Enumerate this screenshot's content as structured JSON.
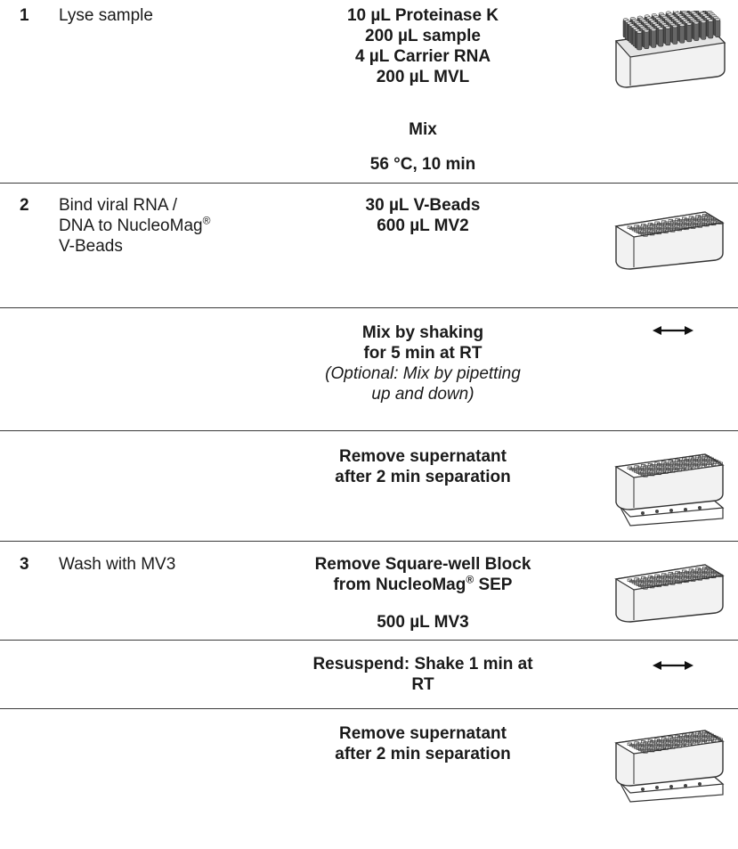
{
  "steps": [
    {
      "number": "1",
      "description": [
        "Lyse sample"
      ],
      "reagents": [
        "10 µL Proteinase K",
        "200 µL sample",
        "4 µL Carrier RNA",
        "200 µL MVL"
      ],
      "action": "Mix",
      "condition": "56 °C, 10 min",
      "icon": "tube-rack-icon"
    },
    {
      "number": "2",
      "description": [
        "Bind viral RNA /",
        "DNA to NucleoMag",
        "V-Beads"
      ],
      "description_sup": "®",
      "reagents": [
        "30 µL V-Beads",
        "600 µL MV2"
      ],
      "icon": "square-well-block-icon"
    },
    {
      "action_lines": [
        "Mix by shaking",
        "for 5 min at RT"
      ],
      "note_lines": [
        "(Optional: Mix by pipetting",
        "up and down)"
      ],
      "icon": "double-arrow-icon"
    },
    {
      "action_lines": [
        "Remove supernatant",
        "after 2 min separation"
      ],
      "icon": "block-on-separator-icon"
    },
    {
      "number": "3",
      "description": [
        "Wash with MV3"
      ],
      "action_lines": [
        "Remove Square-well Block",
        "from NucleoMag",
        " SEP"
      ],
      "action_sup": "®",
      "reagent": "500 µL MV3",
      "icon": "square-well-block-icon"
    },
    {
      "action_lines": [
        "Resuspend: Shake 1 min at",
        "RT"
      ],
      "icon": "double-arrow-icon"
    },
    {
      "action_lines": [
        "Remove supernatant",
        "after 2 min separation"
      ],
      "icon": "block-on-separator-icon"
    }
  ],
  "colors": {
    "text": "#1a1a1a",
    "rule": "#3a3a3a",
    "plate_fill": "#f2f2f2",
    "well": "#333333"
  }
}
